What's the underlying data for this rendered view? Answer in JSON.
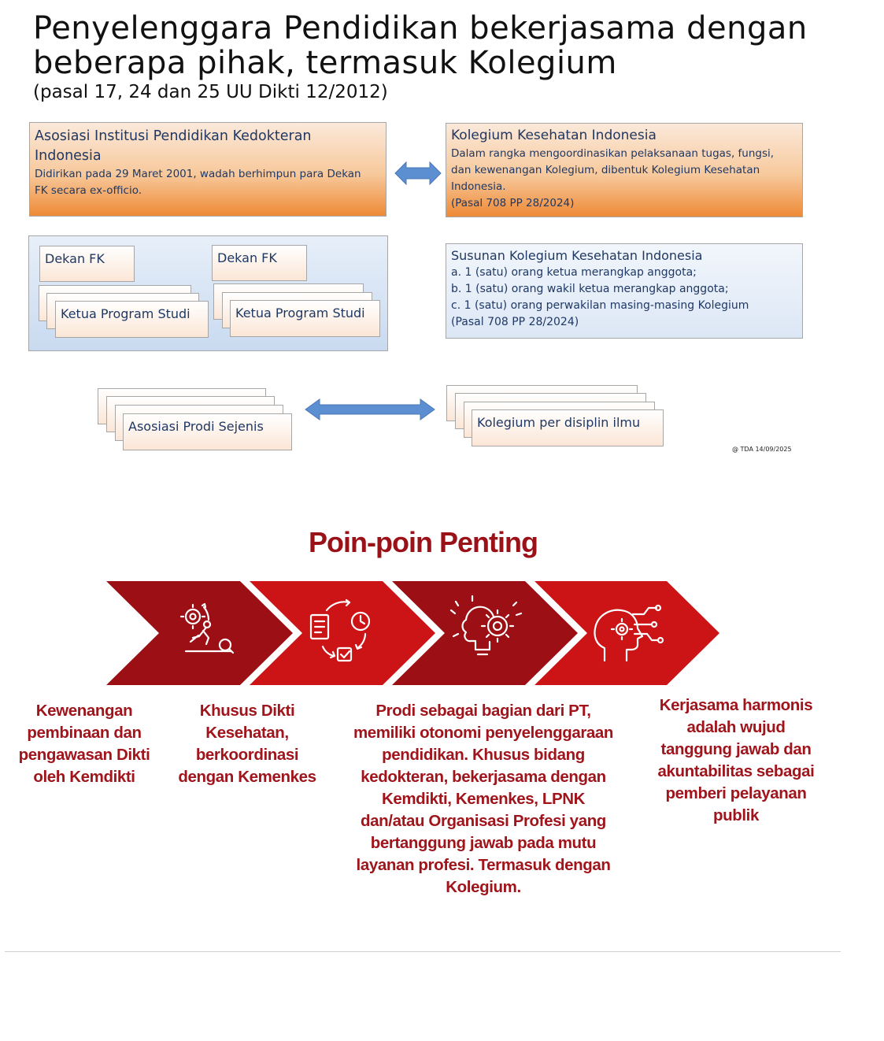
{
  "header": {
    "title_line1": "Penyelenggara Pendidikan bekerjasama dengan",
    "title_line2": "beberapa pihak, termasuk Kolegium",
    "subtitle": "(pasal 17, 24 dan 25 UU Dikti 12/2012)"
  },
  "aipki": {
    "title_line1": "Asosiasi Institusi Pendidikan Kedokteran",
    "title_line2": "Indonesia",
    "desc_line1": "Didirikan pada 29 Maret 2001, wadah berhimpun para Dekan",
    "desc_line2": "FK secara ex-officio."
  },
  "kki": {
    "title": "Kolegium Kesehatan Indonesia",
    "desc_line1": "Dalam rangka mengoordinasikan pelaksanaan tugas, fungsi,",
    "desc_line2": "dan kewenangan Kolegium, dibentuk Kolegium Kesehatan",
    "desc_line3": "Indonesia.",
    "ref": "(Pasal 708 PP 28/2024)"
  },
  "faculty": {
    "dekan_left": "Dekan FK",
    "dekan_right": "Dekan FK",
    "kaprodi_left": "Ketua Program Studi",
    "kaprodi_right": "Ketua Program Studi"
  },
  "susunan": {
    "title": "Susunan Kolegium Kesehatan Indonesia",
    "item_a": "a. 1 (satu) orang ketua merangkap anggota;",
    "item_b": "b. 1 (satu) orang wakil ketua merangkap anggota;",
    "item_c": "c. 1 (satu) orang perwakilan masing-masing Kolegium",
    "ref": "(Pasal 708 PP 28/2024)"
  },
  "bottom_boxes": {
    "left": "Asosiasi Prodi Sejenis",
    "right": "Kolegium per disiplin ilmu"
  },
  "credit": "@ TDA 14/09/2025",
  "points": {
    "title": "Poin-poin Penting",
    "colors": {
      "dark": "#9c0f14",
      "bright": "#cc1417"
    },
    "icons": [
      "growth-challenge-icon",
      "workflow-cycle-icon",
      "innovation-bulb-icon",
      "mind-network-icon"
    ],
    "p1": [
      "Kewenangan",
      "pembinaan dan",
      "pengawasan Dikti",
      "oleh Kemdikti"
    ],
    "p2": [
      "Khusus Dikti",
      "Kesehatan,",
      "berkoordinasi",
      "dengan Kemenkes"
    ],
    "p3": [
      "Prodi sebagai bagian dari PT,",
      "memiliki otonomi penyelenggaraan",
      "pendidikan. Khusus bidang",
      "kedokteran, bekerjasama dengan",
      "Kemdikti, Kemenkes, LPNK",
      "dan/atau Organisasi Profesi yang",
      "bertanggung jawab pada mutu",
      "layanan profesi. Termasuk dengan",
      "Kolegium."
    ],
    "p4": [
      "Kerjasama harmonis",
      "adalah wujud",
      "tanggung jawab dan",
      "akuntabilitas sebagai",
      "pemberi pelayanan",
      "publik"
    ]
  }
}
